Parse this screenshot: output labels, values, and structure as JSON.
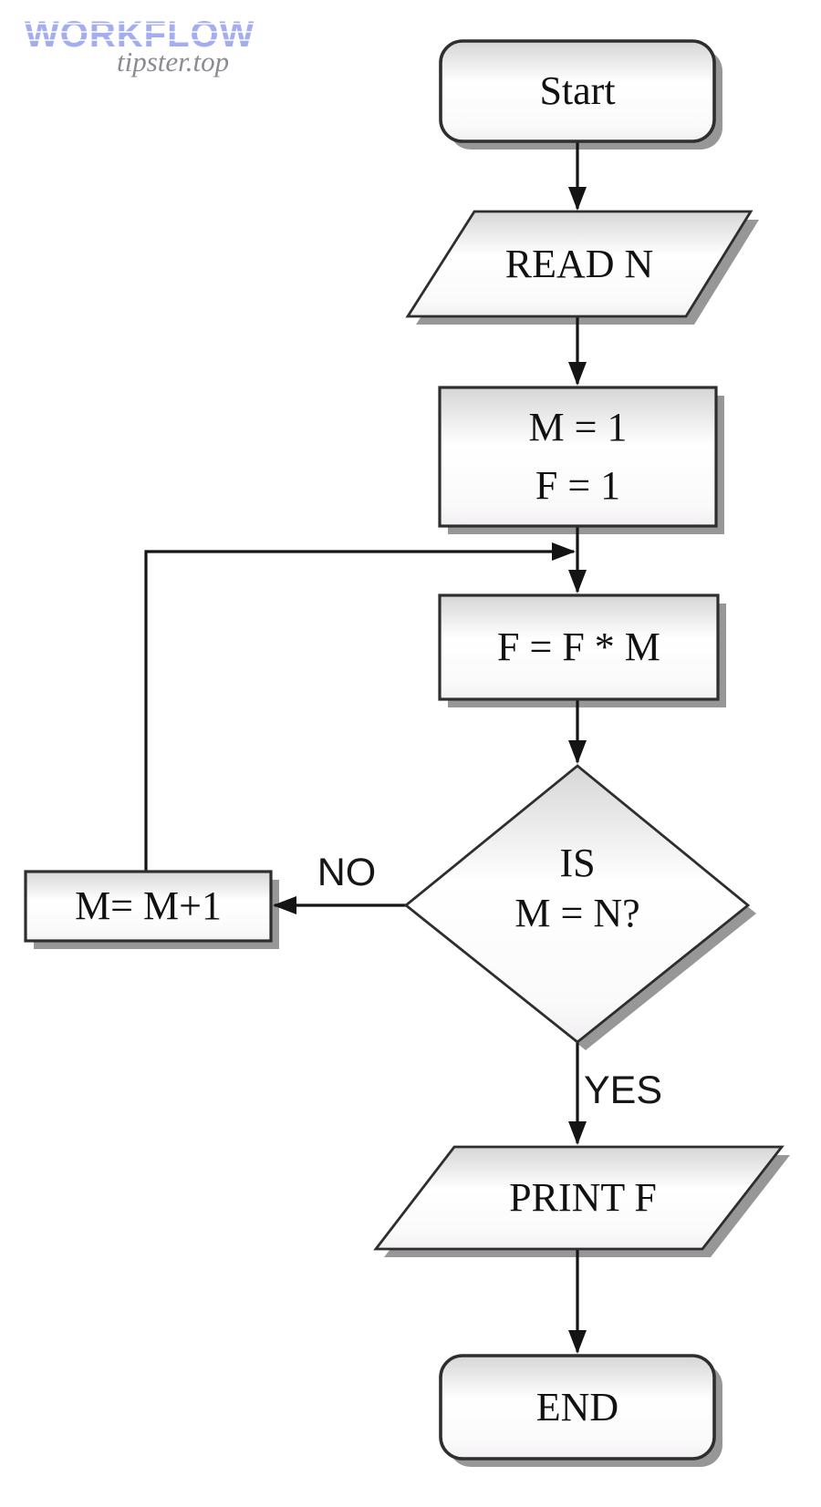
{
  "watermark": {
    "brand": "WORKFLOW",
    "site": "tipster.top"
  },
  "diagram": {
    "type": "flowchart",
    "nodes": {
      "start": {
        "shape": "terminator",
        "label": "Start"
      },
      "read_n": {
        "shape": "parallelogram",
        "label": "READ N"
      },
      "init": {
        "shape": "process",
        "line1": "M = 1",
        "line2": "F = 1"
      },
      "multiply": {
        "shape": "process",
        "label": "F = F * M"
      },
      "decision": {
        "shape": "decision",
        "line1": "IS",
        "line2": "M = N?"
      },
      "increment": {
        "shape": "process",
        "label": "M= M+1"
      },
      "print_f": {
        "shape": "parallelogram",
        "label": "PRINT F"
      },
      "end_node": {
        "shape": "terminator",
        "label": "END"
      }
    },
    "edge_labels": {
      "no": "NO",
      "yes": "YES"
    },
    "edges": [
      {
        "from": "start",
        "to": "read_n",
        "label": ""
      },
      {
        "from": "read_n",
        "to": "init",
        "label": ""
      },
      {
        "from": "init",
        "to": "multiply",
        "label": ""
      },
      {
        "from": "multiply",
        "to": "decision",
        "label": ""
      },
      {
        "from": "decision",
        "to": "increment",
        "label": "NO"
      },
      {
        "from": "increment",
        "to": "multiply",
        "label": ""
      },
      {
        "from": "decision",
        "to": "print_f",
        "label": "YES"
      },
      {
        "from": "print_f",
        "to": "end_node",
        "label": ""
      }
    ]
  },
  "colors": {
    "node_border": "#2e2e2e",
    "node_fill_top": "#d6d6d6",
    "node_fill_mid": "#ffffff",
    "shadow": "#979797",
    "line": "#141414",
    "watermark_blue": "#a3adf0",
    "watermark_gray": "#8b8b93"
  }
}
